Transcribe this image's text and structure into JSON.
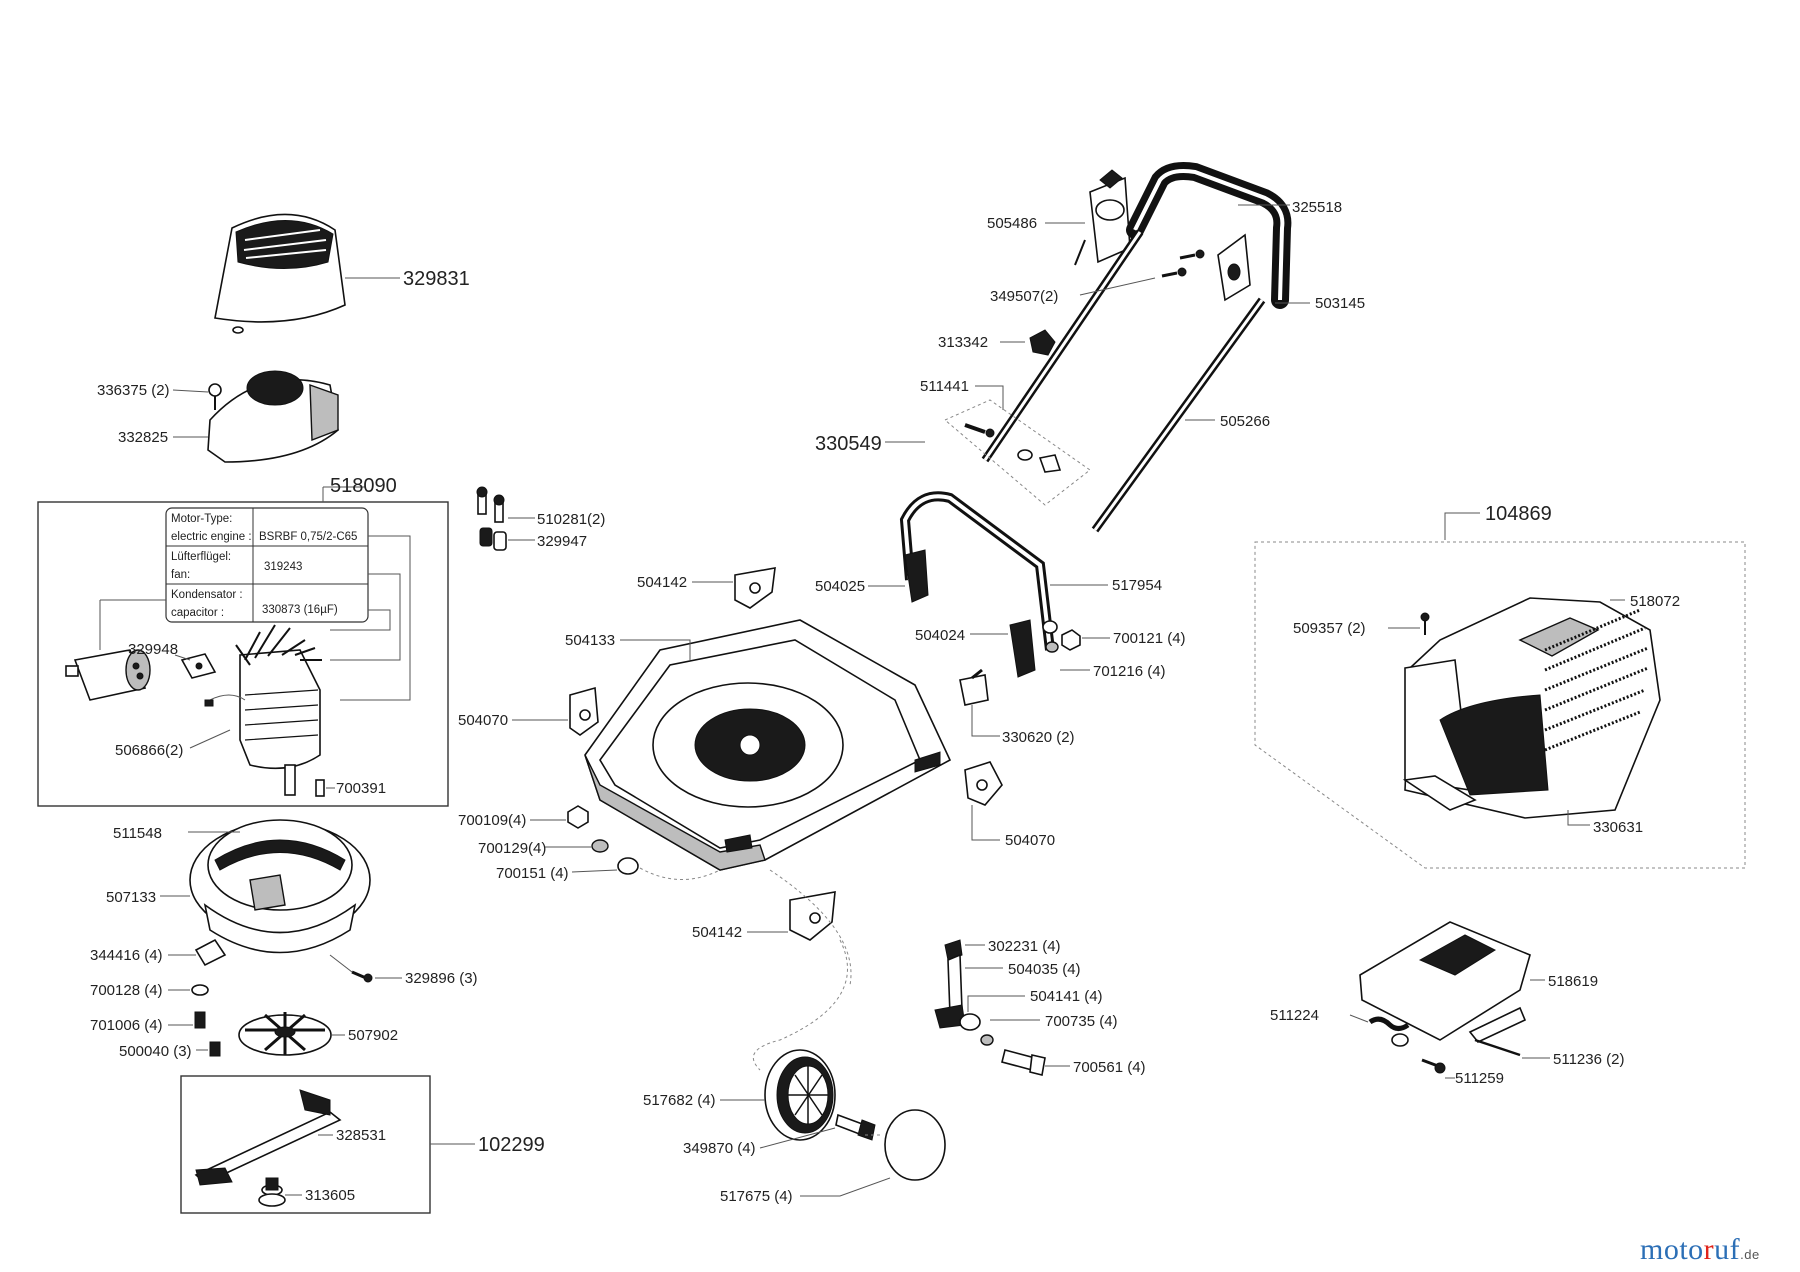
{
  "labels": {
    "p329831": "329831",
    "p336375": "336375 (2)",
    "p332825": "332825",
    "p518090": "518090",
    "p329948": "329948",
    "p506866": "506866(2)",
    "p700391": "700391",
    "p511548": "511548",
    "p507133": "507133",
    "p344416": "344416 (4)",
    "p700128": "700128 (4)",
    "p701006": "701006 (4)",
    "p500040": "500040 (3)",
    "p329896": "329896 (3)",
    "p507902": "507902",
    "p328531": "328531",
    "p313605": "313605",
    "p102299": "102299",
    "p510281": "510281(2)",
    "p329947": "329947",
    "p504142a": "504142",
    "p504133": "504133",
    "p504070a": "504070",
    "p700109": "700109(4)",
    "p700129": "700129(4)",
    "p700151": "700151 (4)",
    "p504142b": "504142",
    "p517682": "517682 (4)",
    "p349870": "349870 (4)",
    "p517675": "517675  (4)",
    "p505486": "505486",
    "p349507": "349507(2)",
    "p313342": "313342",
    "p511441": "511441",
    "p330549": "330549",
    "p325518": "325518",
    "p503145": "503145",
    "p505266": "505266",
    "p504025": "504025",
    "p517954": "517954",
    "p504024": "504024",
    "p700121": "700121 (4)",
    "p701216": "701216 (4)",
    "p330620": "330620 (2)",
    "p504070b": "504070",
    "p302231": "302231 (4)",
    "p504035": "504035 (4)",
    "p504141": "504141 (4)",
    "p700735": "700735 (4)",
    "p700561": "700561 (4)",
    "p104869": "104869",
    "p509357": "509357 (2)",
    "p518072": "518072",
    "p330631": "330631",
    "p518619": "518619",
    "p511224": "511224",
    "p511236": "511236 (2)",
    "p511259": "511259"
  },
  "motor_table": {
    "row1_key_de": "Motor-Type:",
    "row1_key_en": "electric engine :",
    "row1_value": "BSRBF 0,75/2-C65",
    "row2_key_de": "Lüfterflügel:",
    "row2_key_en": "fan:",
    "row2_value": "319243",
    "row3_key_de": "Kondensator :",
    "row3_key_en": "capacitor :",
    "row3_value": "330873 (16µF)"
  },
  "watermark": {
    "main": "moto",
    "accent": "r",
    "rest": "uf",
    "tld": ".de"
  }
}
